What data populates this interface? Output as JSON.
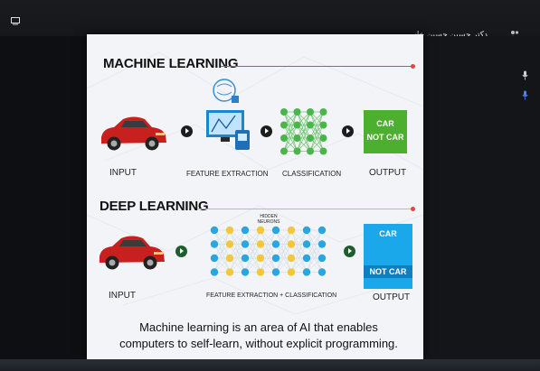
{
  "meeting": {
    "participant_name": "دکتر حسین حسین خانی"
  },
  "slide": {
    "ml_section": {
      "title": "MACHINE LEARNING",
      "input_label": "INPUT",
      "feature_label": "FEATURE EXTRACTION",
      "class_label": "CLASSIFICATION",
      "output_label": "OUTPUT",
      "output_car": "CAR",
      "output_not_car": "NOT CAR"
    },
    "dl_section": {
      "title": "DEEP LEARNING",
      "hidden_neurons_label": "HIDDEN NEURONS",
      "input_label": "INPUT",
      "feature_class_label": "FEATURE EXTRACTION + CLASSIFICATION",
      "output_label": "OUTPUT",
      "output_car": "CAR",
      "output_not_car": "NOT CAR"
    },
    "caption_line1": "Machine learning is an area of AI that enables",
    "caption_line2": "computers to self-learn, without explicit programming."
  },
  "colors": {
    "accent_red": "#e24545",
    "output_green": "#4caf2f",
    "output_blue": "#1ba8ea",
    "car_red": "#c8201e",
    "neuron_blue": "#29a5e0",
    "neuron_yellow": "#f2c83a",
    "neuron_green": "#49b54b"
  }
}
